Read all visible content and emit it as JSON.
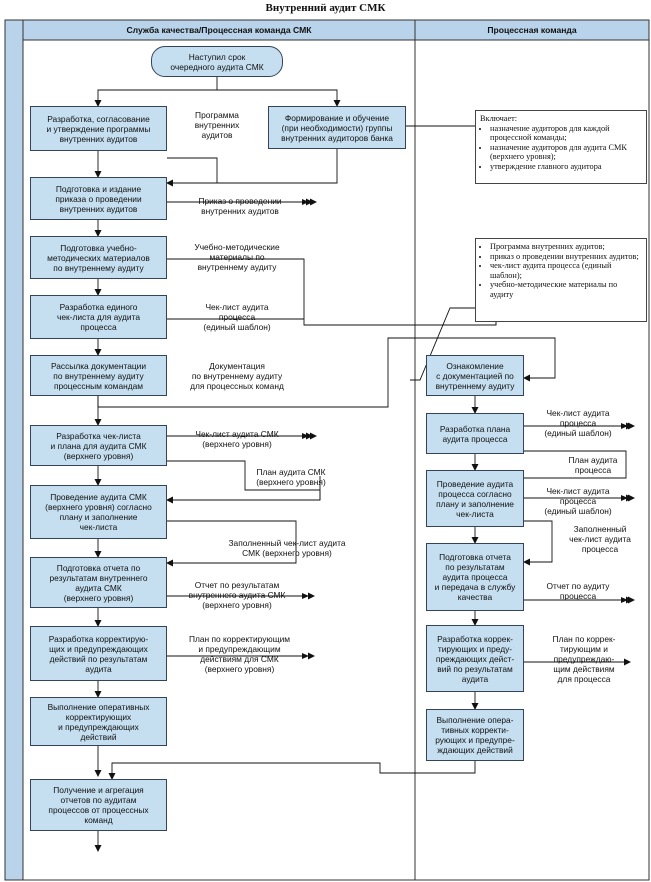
{
  "title": "Внутренний аудит СМК",
  "lanes": {
    "left": "Служба качества/Процессная команда СМК",
    "right": "Процессная команда"
  },
  "left_boxes": {
    "start": "Наступил срок\nочередного аудита СМК",
    "b1": "Разработка, согласование\nи утверждение программы\nвнутренних аудитов",
    "b2": "Формирование и обучение\n(при необходимости) группы\nвнутренних аудиторов банка",
    "b3": "Подготовка и издание\nприказа о проведении\nвнутренних аудитов",
    "b4": "Подготовка учебно-\nметодических материалов\nпо внутреннему аудиту",
    "b5": "Разработка единого\nчек-листа для аудита\nпроцесса",
    "b6": "Рассылка документации\nпо внутреннему аудиту\nпроцессным командам",
    "b7": "Разработка чек-листа\nи плана для аудита СМК\n(верхнего уровня)",
    "b8": "Проведение аудита СМК\n(верхнего уровня) согласно\nплану и заполнение\nчек-листа",
    "b9": "Подготовка отчета по\nрезультатам внутреннего\nаудита СМК\n(верхнего уровня)",
    "b10": "Разработка корректирую-\nщих и предупреждающих\nдействий по результатам\nаудита",
    "b11": "Выполнение оперативных\nкорректирующих\nи предупреждающих\nдействий",
    "b12": "Получение и агрегация\nотчетов по аудитам\nпроцессов от процессных\nкоманд"
  },
  "right_boxes": {
    "r1": "Ознакомление\nс документацией по\nвнутреннему аудиту",
    "r2": "Разработка плана\nаудита процесса",
    "r3": "Проведение аудита\nпроцесса согласно\nплану и заполнение\nчек-листа",
    "r4": "Подготовка отчета\nпо результатам\nаудита процесса\nи передача в службу\nкачества",
    "r5": "Разработка коррек-\nтирующих и преду-\nпреждающих дейст-\nвий по результатам\nаудита",
    "r6": "Выполнение опера-\nтивных корректи-\nрующих и предупре-\nждающих действий"
  },
  "labels": {
    "program": "Программа\nвнутренних\nаудитов",
    "order": "Приказ о проведении\nвнутренних аудитов",
    "materials": "Учебно-методические\nматериалы по\nвнутреннему аудиту",
    "checklist_single": "Чек-лист аудита\nпроцесса\n(единый шаблон)",
    "documentation": "Документация\nпо внутреннему аудиту\nдля процессных команд",
    "checklist_top": "Чек-лист аудита СМК\n(верхнего уровня)",
    "plan_top": "План аудита СМК\n(верхнего уровня)",
    "filled_top": "Заполненный чек-лист аудита\nСМК (верхнего уровня)",
    "report_top": "Отчет по результатам\nвнутреннего аудита СМК\n(верхнего уровня)",
    "cap_plan_top": "План по корректирующим\nи предупреждающим\nдействиям для СМК\n(верхнего уровня)",
    "r_checklist_1": "Чек-лист аудита\nпроцесса\n(единый шаблон)",
    "r_plan": "План аудита\nпроцесса",
    "r_checklist_2": "Чек-лист аудита\nпроцесса\n(единый шаблон)",
    "r_filled": "Заполненный\nчек-лист аудита\nпроцесса",
    "r_report": "Отчет по аудиту\nпроцесса",
    "r_cap_plan": "План по коррек-\nтирующим и\nпредупреждаю-\nщим действиям\nдля процесса"
  },
  "note1": {
    "intro": "Включает:",
    "items": [
      "назначение аудиторов для каждой процессной команды;",
      "назначение аудиторов для аудита СМК (верхнего уровня);",
      "утверждение главного аудитора"
    ]
  },
  "note2": {
    "items": [
      "Программа внутренних аудитов;",
      "приказ о проведении внутренних аудитов;",
      "чек-лист аудита процесса (единый шаблон);",
      "учебно-методические материалы по аудиту"
    ]
  },
  "colors": {
    "box_fill": "#c5dff0",
    "lane_fill": "#b8d3ea",
    "line": "#111111"
  }
}
